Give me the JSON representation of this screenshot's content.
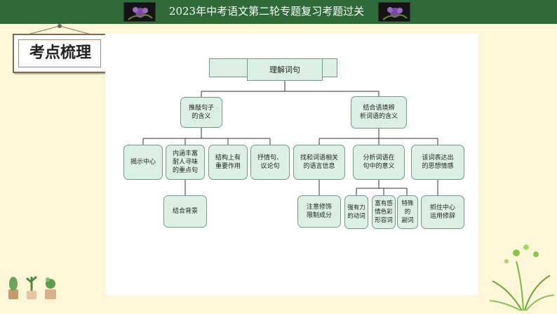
{
  "header": {
    "title": "2023年中考语文第二轮专题复习考题过关"
  },
  "section": {
    "title": "考点梳理"
  },
  "diagram": {
    "root": "理解词句",
    "branch_a": {
      "line1": "推敲句子",
      "line2": "的含义"
    },
    "branch_b": {
      "line1": "结合语境辨",
      "line2": "析词语的含义"
    },
    "a_children": [
      {
        "line1": "揭示中心",
        "line2": "",
        "line3": ""
      },
      {
        "line1": "内涵丰富",
        "line2": "耐人寻味",
        "line3": "的重点句"
      },
      {
        "line1": "结构上有",
        "line2": "重要作用",
        "line3": ""
      },
      {
        "line1": "抒情句、",
        "line2": "议论句",
        "line3": ""
      }
    ],
    "b_children": [
      {
        "line1": "找和词语相关",
        "line2": "的语言信息"
      },
      {
        "line1": "分析词语在",
        "line2": "句中的意义"
      },
      {
        "line1": "该词表达出",
        "line2": "的思想情感"
      }
    ],
    "a_leaf": "结合背景",
    "b_leaves": [
      {
        "line1": "注意修饰",
        "line2": "限制成分",
        "line3": ""
      },
      {
        "line1": "强有力",
        "line2": "的动词",
        "line3": ""
      },
      {
        "line1": "富有感",
        "line2": "情色彩",
        "line3": "形容词"
      },
      {
        "line1": "特殊的",
        "line2": "副词",
        "line3": ""
      },
      {
        "line1": "抓住中心",
        "line2": "运用修辞",
        "line3": ""
      }
    ]
  },
  "colors": {
    "header_bg": "#2f6b3a",
    "node_fill": "#dbf0e2",
    "node_border": "#6f9a89",
    "page_bg": "#fdf6d8"
  }
}
